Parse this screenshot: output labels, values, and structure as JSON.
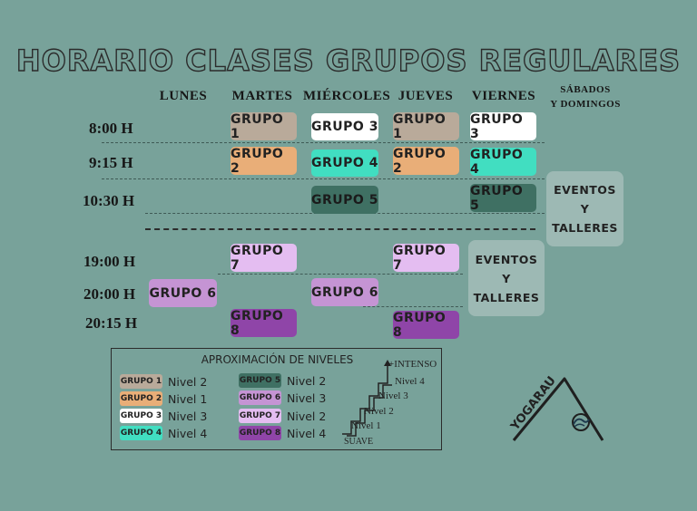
{
  "title": "HORARIO CLASES GRUPOS REGULARES",
  "days": [
    "LUNES",
    "MARTES",
    "MIÉRCOLES",
    "JUEVES",
    "VIERNES"
  ],
  "weekend": {
    "line1": "SÁBADOS",
    "line2": "Y DOMINGOS"
  },
  "times": [
    "8:00 H",
    "9:15 H",
    "10:30 H",
    "19:00 H",
    "20:00 H",
    "20:15 H"
  ],
  "groups": {
    "g1": "GRUPO 1",
    "g2": "GRUPO 2",
    "g3": "GRUPO 3",
    "g4": "GRUPO 4",
    "g5": "GRUPO 5",
    "g6": "GRUPO 6",
    "g7": "GRUPO 7",
    "g8": "GRUPO 8"
  },
  "colors": {
    "g1": "#b9aa9a",
    "g2": "#e9ae78",
    "g3": "#ffffff",
    "g4": "#41dec1",
    "g5": "#3f7063",
    "g6": "#c594d4",
    "g7": "#e4bdf1",
    "g8": "#8f45a8",
    "event": "#9db9b4"
  },
  "events": {
    "line1": "EVENTOS",
    "line2": "Y",
    "line3": "TALLERES"
  },
  "legend": {
    "title": "APROXIMACIÓN DE NIVELES",
    "badges": {
      "g1": "GRUPO 1",
      "g2": "GRUPO 2",
      "g3": "GRUPO 3",
      "g4": "GRUPO 4",
      "g5": "GRUPO 5",
      "g6": "GRUPO 6",
      "g7": "GRUPO 7",
      "g8": "GRUPO 8"
    },
    "levels": {
      "g1": "Nivel 2",
      "g2": "Nivel 1",
      "g3": "Nivel 3",
      "g4": "Nivel 4",
      "g5": "Nivel 2",
      "g6": "Nivel 3",
      "g7": "Nivel 2",
      "g8": "Nivel 4"
    },
    "stairs": {
      "top": "+INTENSO",
      "bottom": "SUAVE",
      "n1": "Nivel 1",
      "n2": "Nivel 2",
      "n3": "Nivel 3",
      "n4": "Nivel 4"
    }
  },
  "brand": "YOGARAU"
}
